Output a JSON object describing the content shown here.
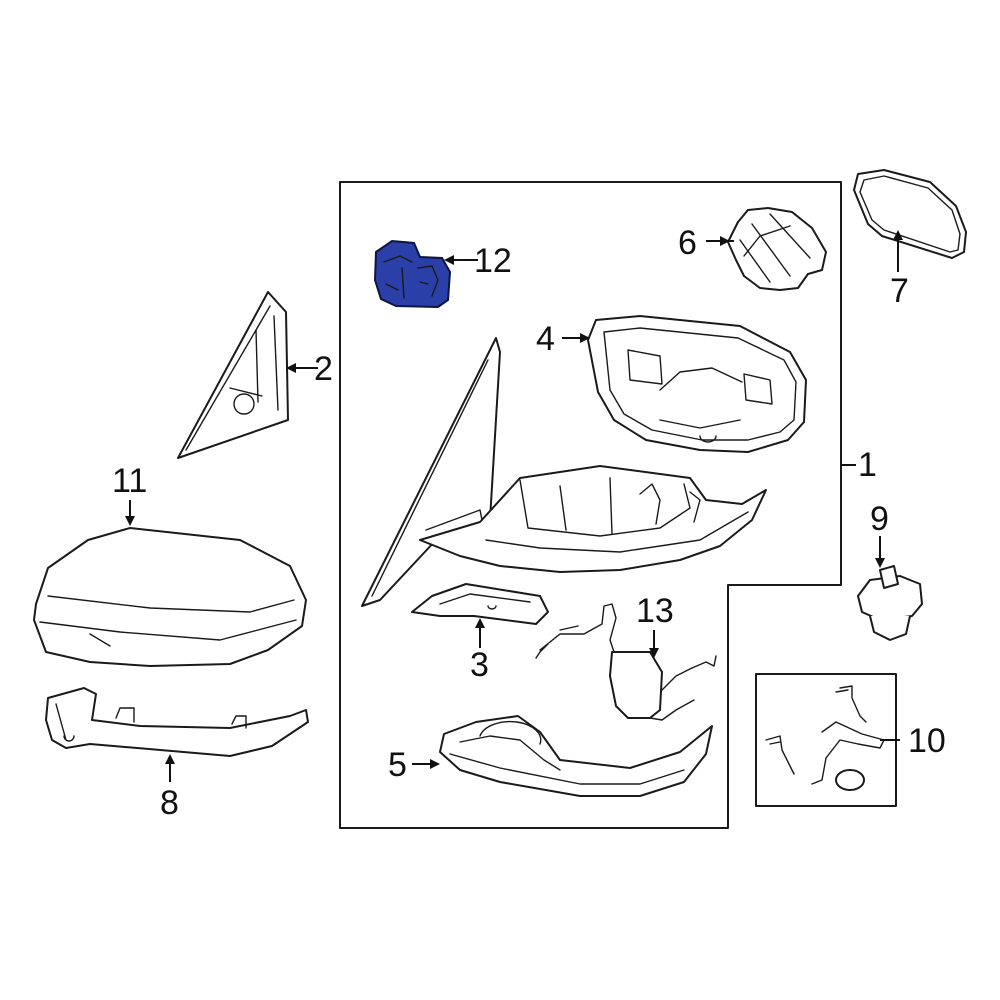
{
  "diagram": {
    "callouts": {
      "c1": "1",
      "c2": "2",
      "c3": "3",
      "c4": "4",
      "c5": "5",
      "c6": "6",
      "c7": "7",
      "c8": "8",
      "c9": "9",
      "c10": "10",
      "c11": "11",
      "c12": "12",
      "c13": "13"
    },
    "highlight_color": "#2b3fa8"
  }
}
